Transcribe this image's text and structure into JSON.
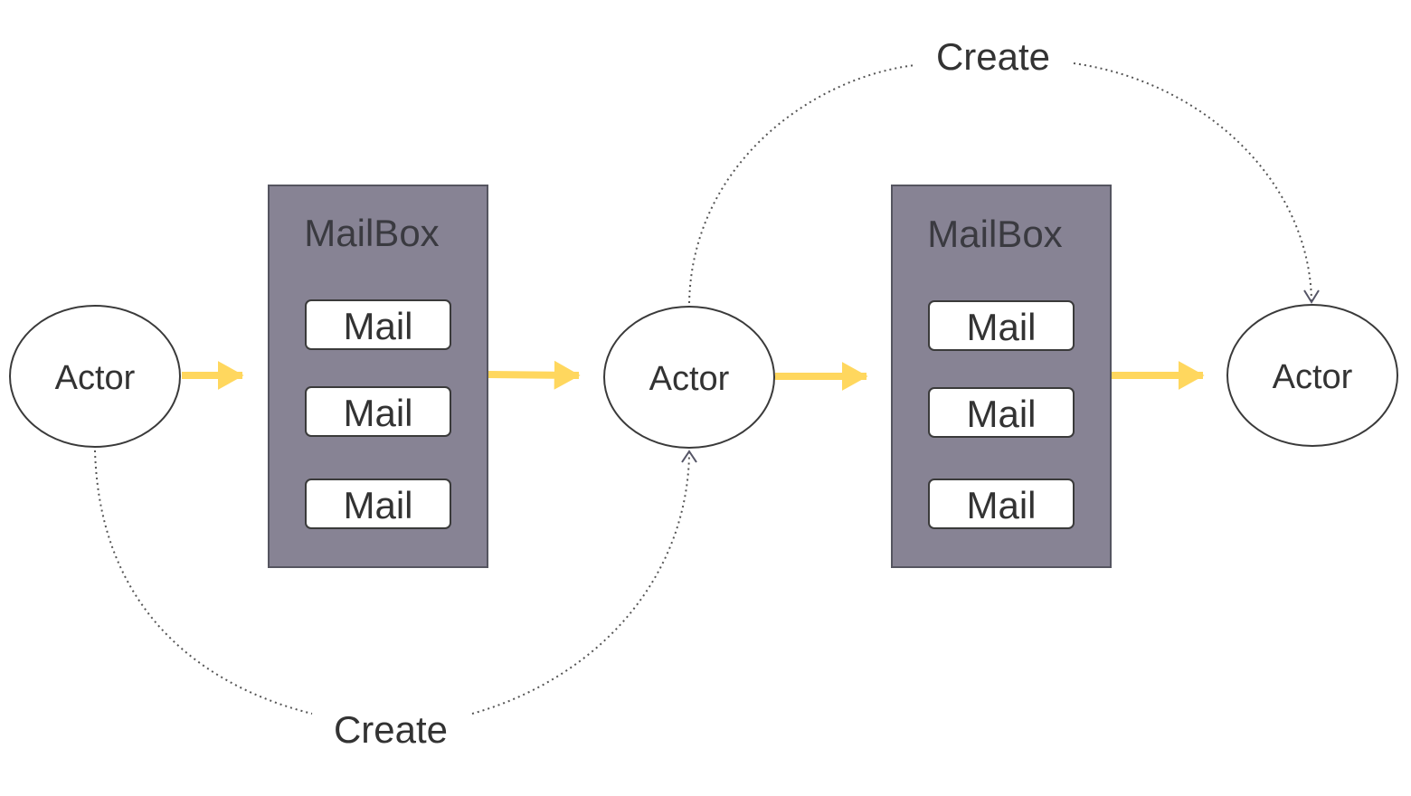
{
  "diagram": {
    "colors": {
      "flow_arrow": "#ffd75e",
      "mailbox_fill": "#878394",
      "background": "#ffffff"
    },
    "actors": [
      {
        "label": "Actor"
      },
      {
        "label": "Actor"
      },
      {
        "label": "Actor"
      }
    ],
    "mailboxes": [
      {
        "title": "MailBox",
        "mails": [
          "Mail",
          "Mail",
          "Mail"
        ]
      },
      {
        "title": "MailBox",
        "mails": [
          "Mail",
          "Mail",
          "Mail"
        ]
      }
    ],
    "create_labels": {
      "top": "Create",
      "bottom": "Create"
    }
  }
}
